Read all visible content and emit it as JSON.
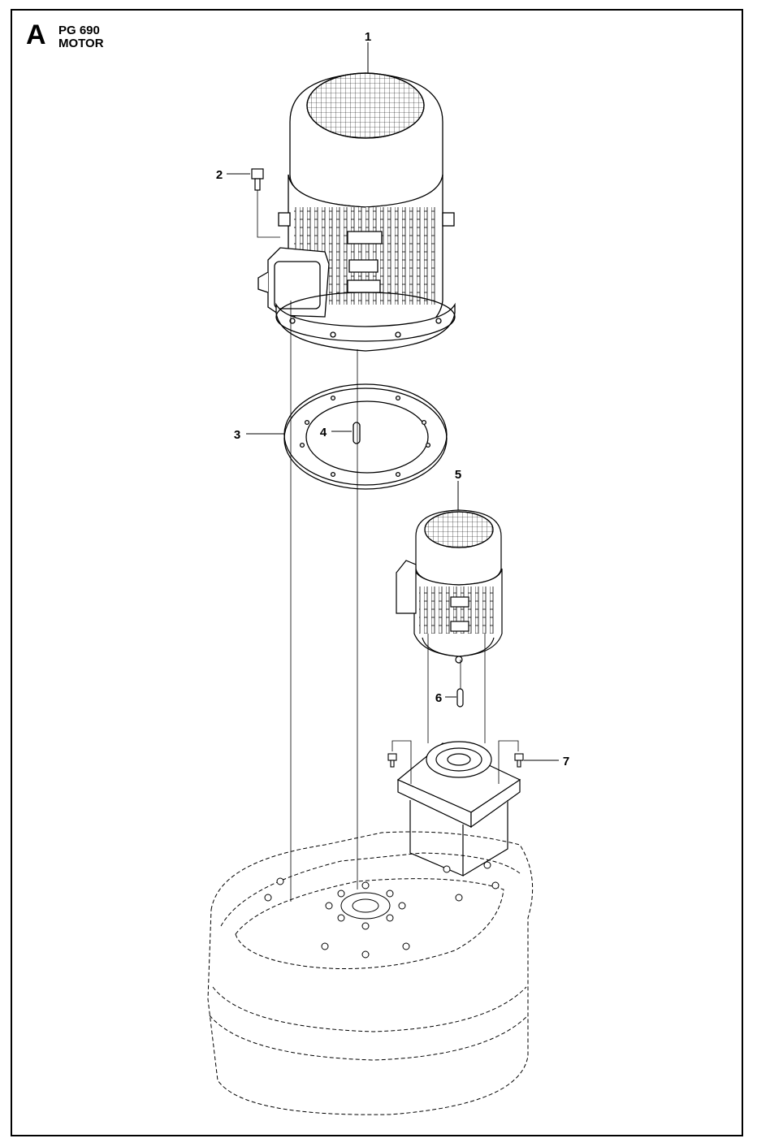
{
  "header": {
    "section_letter": "A",
    "model": "PG 690",
    "title": "MOTOR"
  },
  "callouts": [
    {
      "number": "1",
      "part": "main-motor"
    },
    {
      "number": "2",
      "part": "screw"
    },
    {
      "number": "3",
      "part": "gasket-ring"
    },
    {
      "number": "4",
      "part": "shaft-key"
    },
    {
      "number": "5",
      "part": "small-motor"
    },
    {
      "number": "6",
      "part": "shaft-key-small"
    },
    {
      "number": "7",
      "part": "screw-small"
    }
  ],
  "colors": {
    "line": "#000000",
    "background": "#ffffff"
  }
}
